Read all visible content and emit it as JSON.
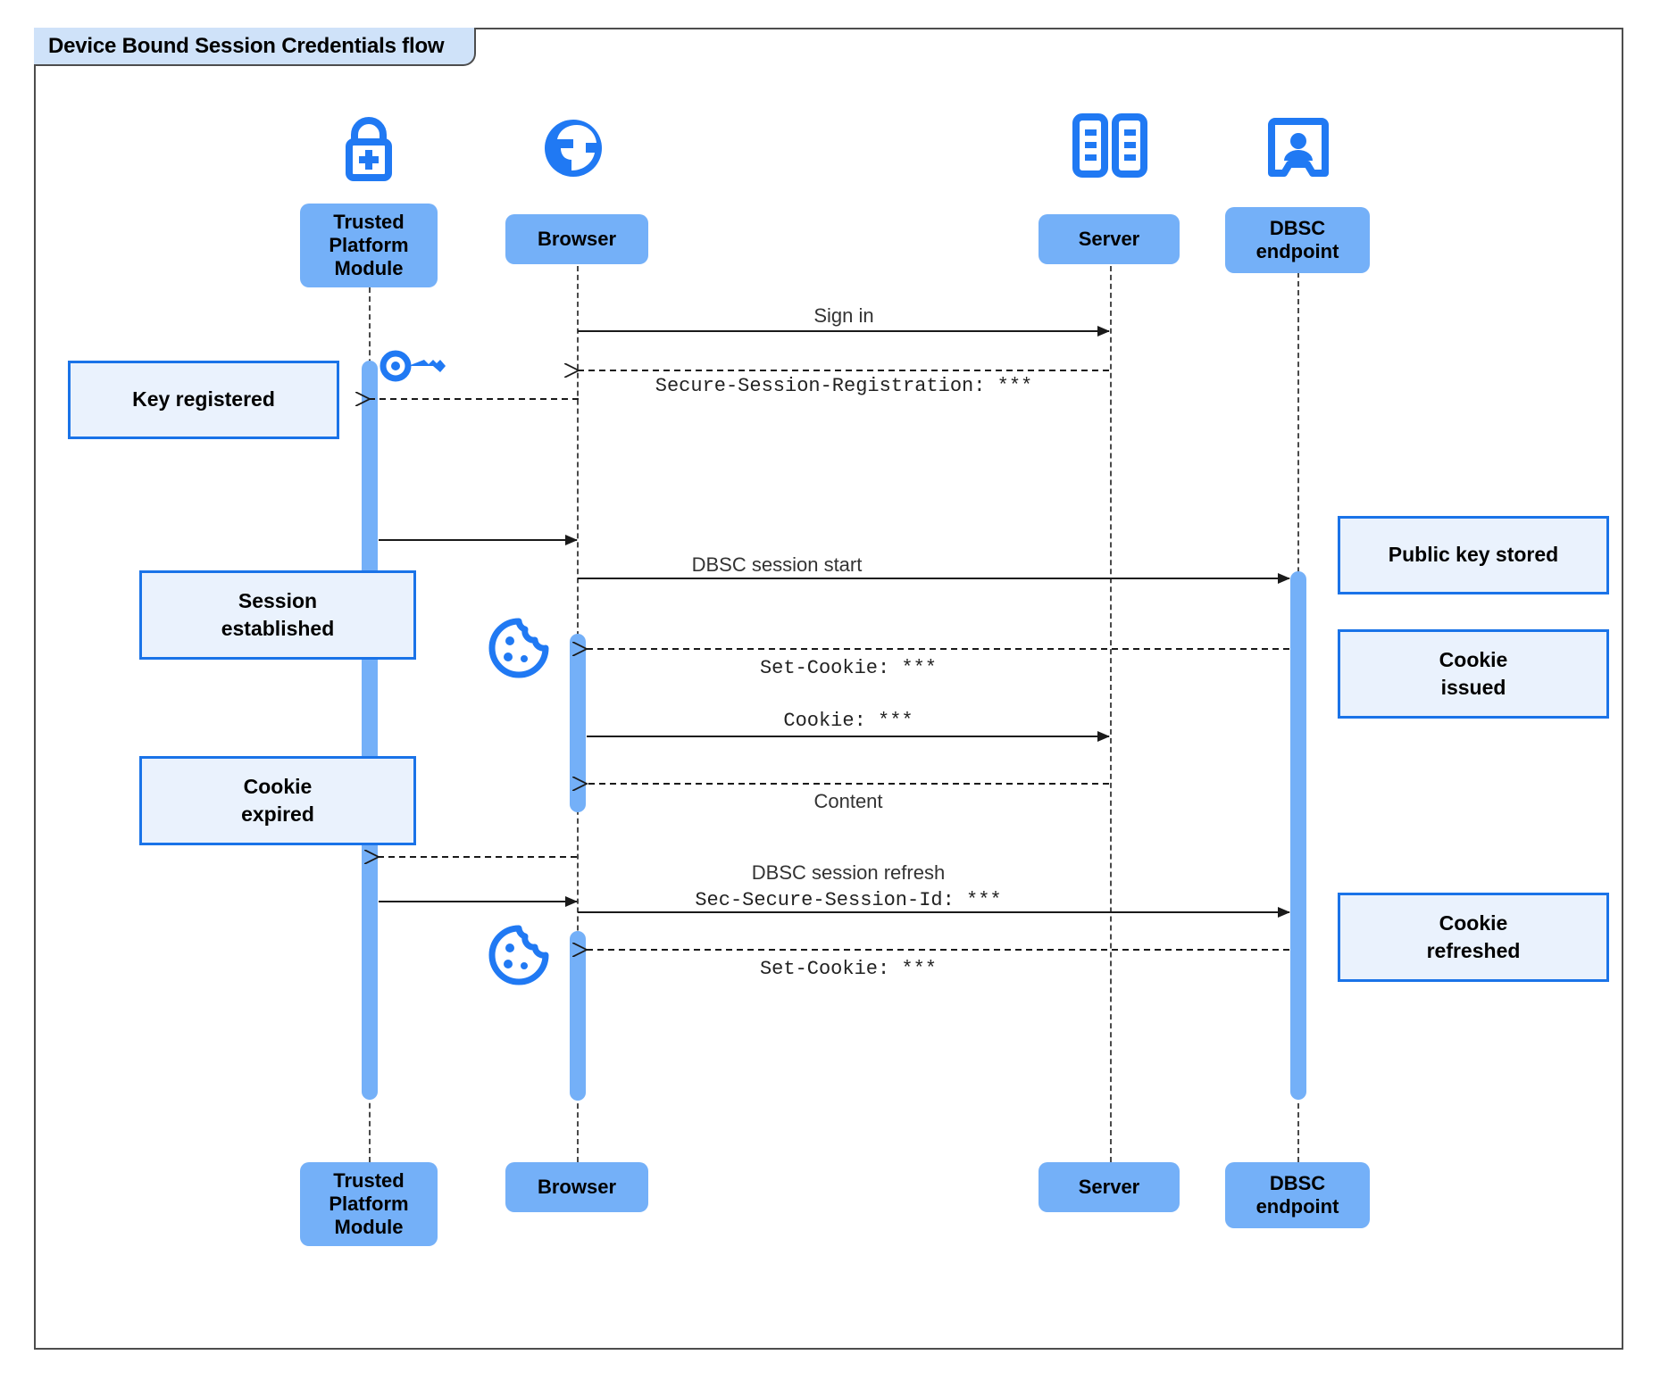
{
  "diagram": {
    "title": "Device Bound Session Credentials flow",
    "type": "uml-sequence-diagram",
    "colors": {
      "participant_fill": "#74b0f8",
      "note_fill": "#eaf2fd",
      "note_border": "#1a73e8",
      "icon_blue": "#1a73e8",
      "frame_border": "#4d4d4d",
      "title_fill": "#cfe2f9",
      "lifeline": "#4a4a4a"
    }
  },
  "participants": [
    {
      "id": "tpm",
      "label": "Trusted\nPlatform\nModule",
      "icon": "padlock-plus-icon"
    },
    {
      "id": "browser",
      "label": "Browser",
      "icon": "globe-icon"
    },
    {
      "id": "server",
      "label": "Server",
      "icon": "server-rack-icon"
    },
    {
      "id": "dbsc",
      "label": "DBSC\nendpoint",
      "icon": "id-badge-icon"
    }
  ],
  "participants_bottom": [
    {
      "id": "tpm",
      "label": "Trusted\nPlatform\nModule"
    },
    {
      "id": "browser",
      "label": "Browser"
    },
    {
      "id": "server",
      "label": "Server"
    },
    {
      "id": "dbsc",
      "label": "DBSC\nendpoint"
    }
  ],
  "messages": [
    {
      "id": "m1",
      "text": "Sign in",
      "style": "sans",
      "from": "browser",
      "to": "server",
      "line": "solid"
    },
    {
      "id": "m2",
      "text": "Secure-Session-Registration: ***",
      "style": "mono",
      "from": "server",
      "to": "browser",
      "line": "dashed"
    },
    {
      "id": "m3",
      "text": "DBSC session start",
      "style": "sans",
      "from": "browser",
      "to": "dbsc",
      "line": "solid"
    },
    {
      "id": "m4",
      "text": "Set-Cookie: ***",
      "style": "mono",
      "from": "dbsc",
      "to": "browser",
      "line": "dashed"
    },
    {
      "id": "m5",
      "text": "Cookie: ***",
      "style": "mono",
      "from": "browser",
      "to": "server",
      "line": "solid"
    },
    {
      "id": "m6",
      "text": "Content",
      "style": "sans",
      "from": "server",
      "to": "browser",
      "line": "dashed"
    },
    {
      "id": "m7a",
      "text": "DBSC session refresh",
      "style": "sans",
      "from": "browser",
      "to": "dbsc",
      "line": "solid"
    },
    {
      "id": "m7b",
      "text": "Sec-Secure-Session-Id: ***",
      "style": "mono",
      "from": "browser",
      "to": "dbsc",
      "line": "solid"
    },
    {
      "id": "m8",
      "text": "Set-Cookie: ***",
      "style": "mono",
      "from": "dbsc",
      "to": "browser",
      "line": "dashed"
    }
  ],
  "notes": [
    {
      "id": "n1",
      "text": "Key registered",
      "lines": [
        "Key registered"
      ],
      "side": "left",
      "attached_to": "tpm"
    },
    {
      "id": "n2",
      "text": "Session established",
      "lines": [
        "Session",
        "established"
      ],
      "side": "left",
      "attached_to": "tpm"
    },
    {
      "id": "n3",
      "text": "Cookie expired",
      "lines": [
        "Cookie",
        "expired"
      ],
      "side": "left",
      "attached_to": "tpm"
    },
    {
      "id": "n4",
      "text": "Public key stored",
      "lines": [
        "Public key stored"
      ],
      "side": "right",
      "attached_to": "dbsc"
    },
    {
      "id": "n5",
      "text": "Cookie issued",
      "lines": [
        "Cookie",
        "issued"
      ],
      "side": "right",
      "attached_to": "dbsc"
    },
    {
      "id": "n6",
      "text": "Cookie refreshed",
      "lines": [
        "Cookie",
        "refreshed"
      ],
      "side": "right",
      "attached_to": "dbsc"
    }
  ],
  "inline_icons": [
    {
      "id": "key1",
      "icon": "key-icon",
      "near": "tpm"
    },
    {
      "id": "cookie1",
      "icon": "cookie-icon",
      "near": "browser"
    },
    {
      "id": "cookie2",
      "icon": "cookie-icon",
      "near": "browser"
    }
  ]
}
